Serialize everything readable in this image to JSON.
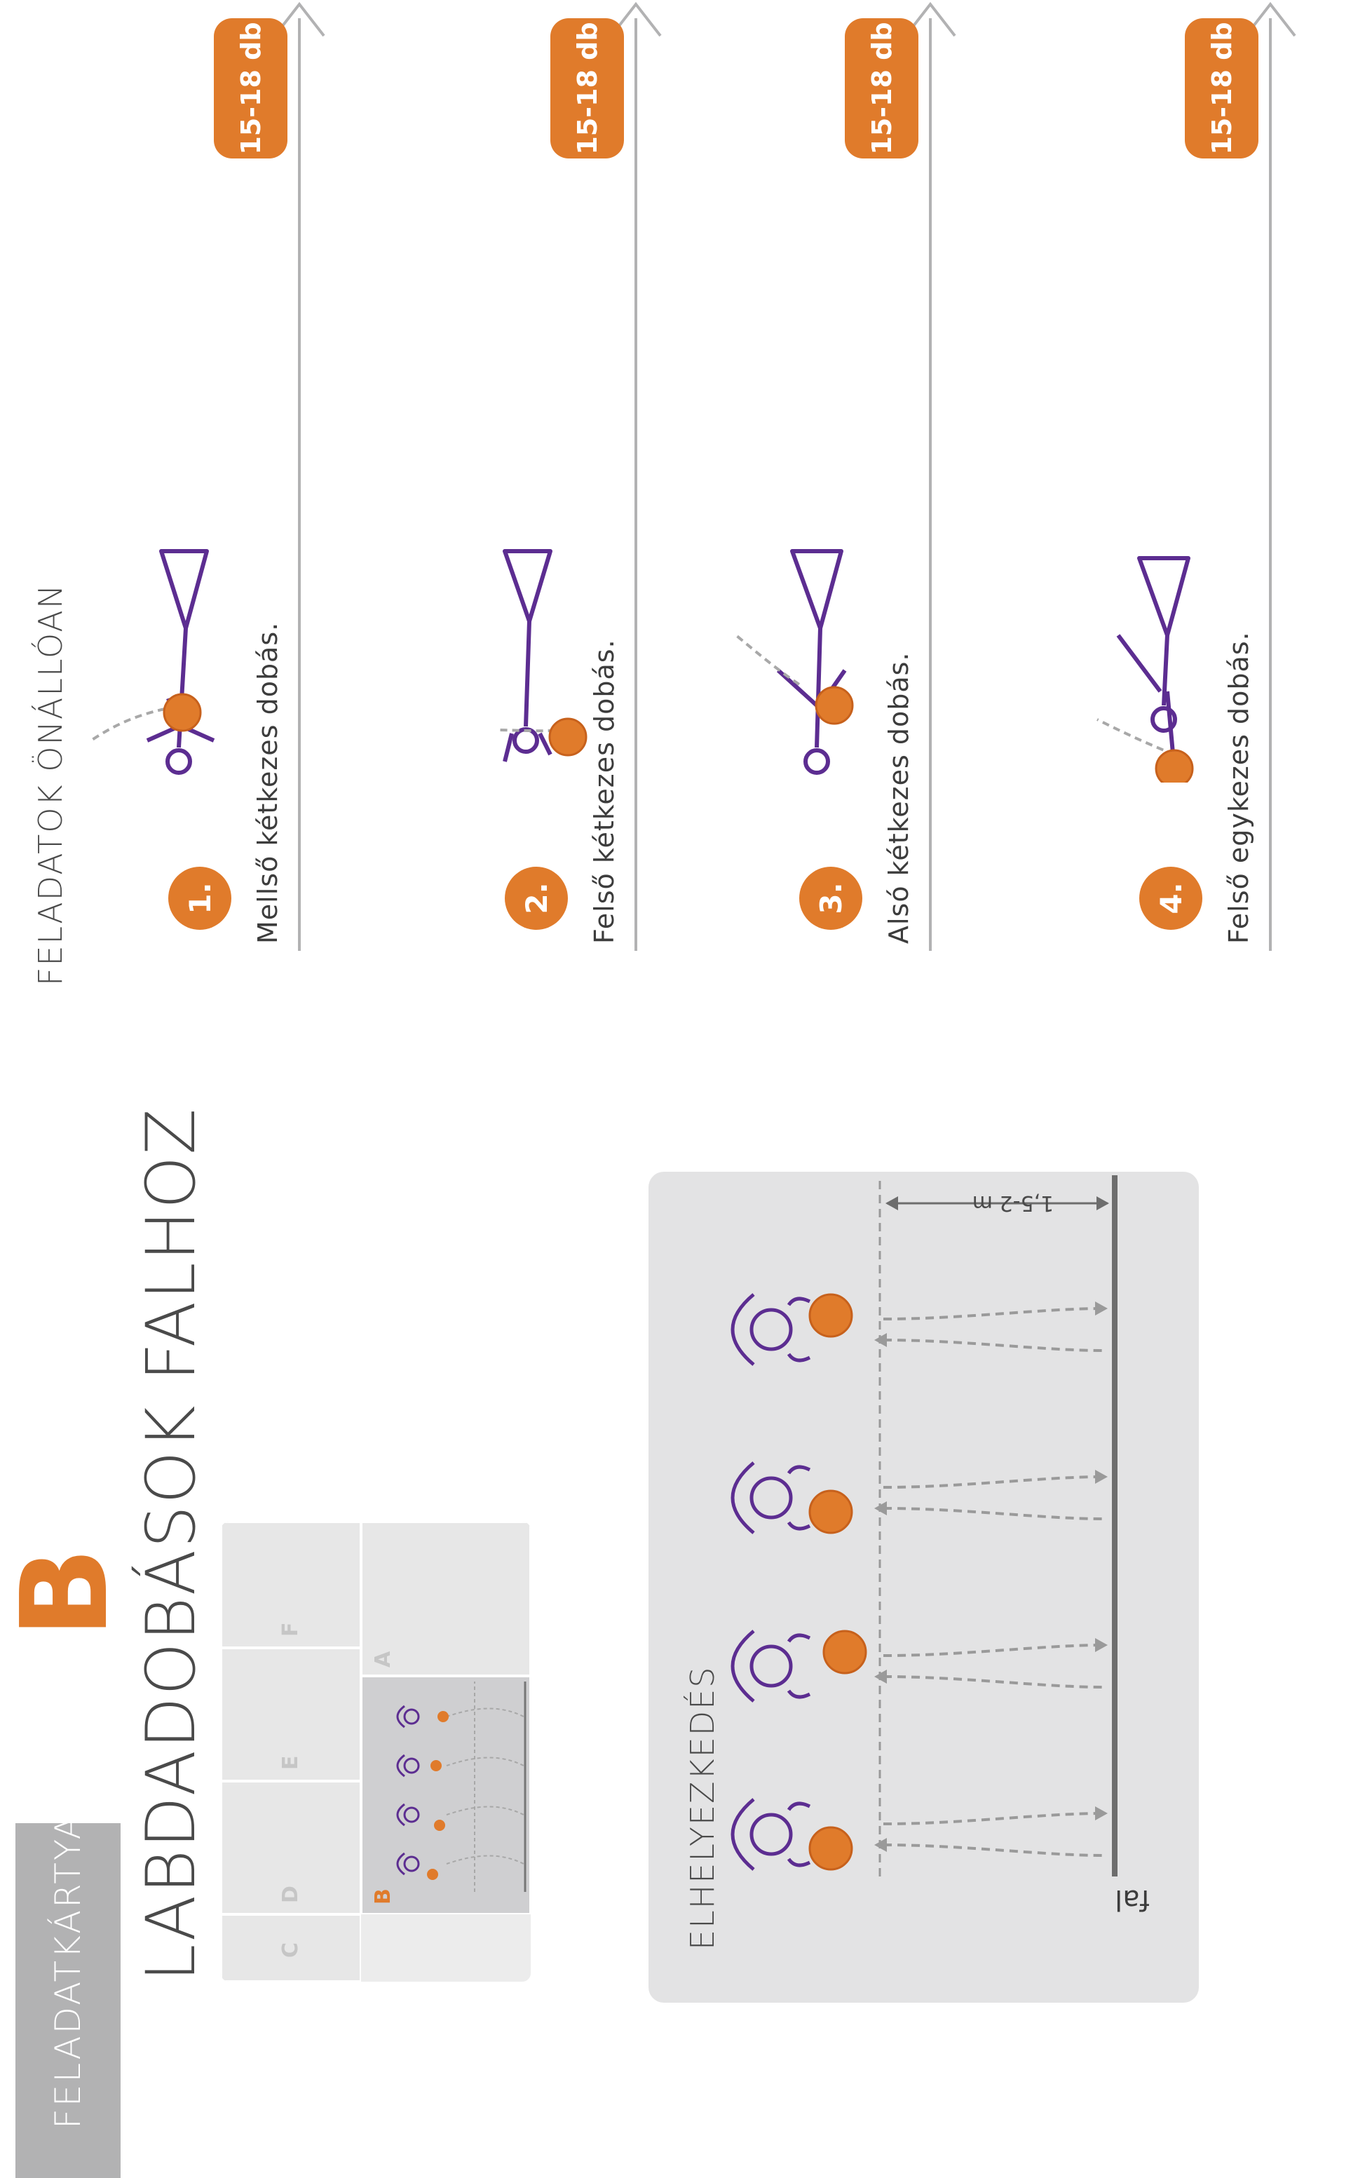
{
  "header": {
    "card_type": "FELADATKÁRTYA",
    "card_letter": "B",
    "title": "LABDADOBÁSOK FALHOZ"
  },
  "station_grid": {
    "cells": [
      {
        "label": "C"
      },
      {
        "label": "D"
      },
      {
        "label": "E"
      },
      {
        "label": "F"
      },
      {
        "label": "B"
      },
      {
        "label": "A"
      }
    ],
    "active": "B"
  },
  "setup": {
    "title": "ELHELYEZKEDÉS",
    "wall_label": "fal",
    "distance_label": "1,5-2 m"
  },
  "exercises": {
    "title": "FELADATOK ÖNÁLLÓAN",
    "items": [
      {
        "number": "1.",
        "caption": "Mellső kétkezes dobás.",
        "count": "15-18 db"
      },
      {
        "number": "2.",
        "caption": "Felső kétkezes dobás.",
        "count": "15-18 db"
      },
      {
        "number": "3.",
        "caption": "Alsó kétkezes dobás.",
        "count": "15-18 db"
      },
      {
        "number": "4.",
        "caption": "Felső egykezes dobás.",
        "count": "15-18 db"
      }
    ]
  },
  "colors": {
    "accent": "#e07b2b",
    "figure": "#5c2d91",
    "grey": "#b2b2b3",
    "panel": "#e3e3e4"
  }
}
